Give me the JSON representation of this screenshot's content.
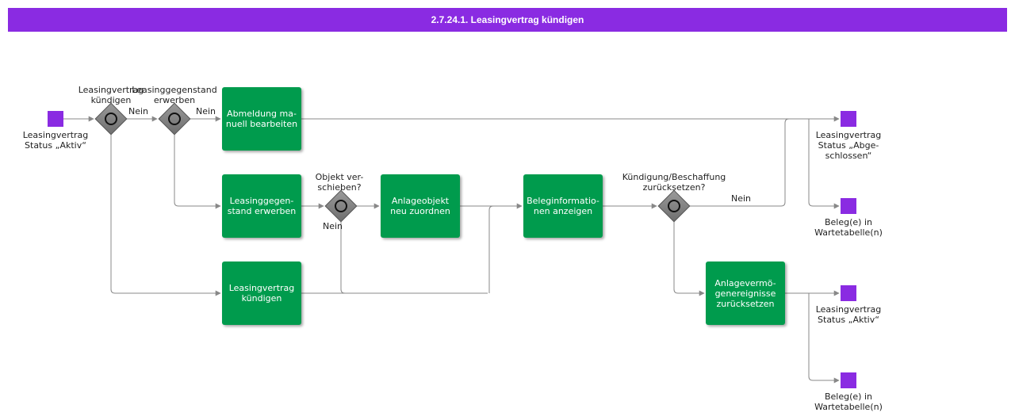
{
  "title": "2.7.24.1. Leasingvertrag kündigen",
  "colors": {
    "title_bar": "#8a2be2",
    "event": "#8a2be2",
    "function": "#009b4d",
    "connector": "#888888"
  },
  "events": {
    "start": "Leasingvertrag\nStatus „Aktiv“",
    "end_closed": "Leasingvertrag\nStatus „Abge-\nschlossen“",
    "end_queue_1": "Beleg(e) in\nWartetabelle(n)",
    "end_active": "Leasingvertrag\nStatus „Aktiv“",
    "end_queue_2": "Beleg(e) in\nWartetabelle(n)"
  },
  "functions": {
    "manual_deregistration": "Abmeldung ma-\nnuell bearbeiten",
    "acquire_asset": "Leasinggegen-\nstand erwerben",
    "terminate_contract": "Leasingvertrag\nkündigen",
    "reassign_asset": "Anlageobjekt\nneu zuordnen",
    "show_document_info": "Beleginformatio-\nnen anzeigen",
    "reset_asset_events": "Anlagevermö-\ngenereignisse\nzurücksetzen"
  },
  "gateways": {
    "terminate_q": "Leasingvertrag\nkündigen",
    "acquire_q": "Leasinggegenstand\nerwerben",
    "move_object_q": "Objekt ver-\nschieben?",
    "reset_q": "Kündigung/Beschaffung\nzurücksetzen?"
  },
  "edge_labels": {
    "no_1": "Nein",
    "no_2": "Nein",
    "no_3": "Nein",
    "no_4": "Nein"
  }
}
